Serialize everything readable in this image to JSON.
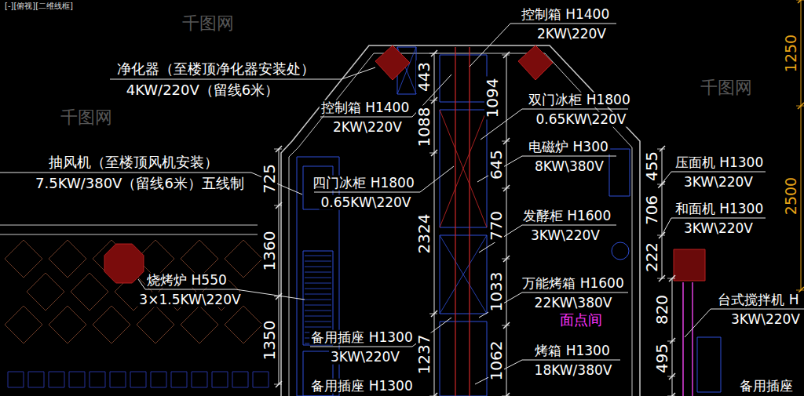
{
  "diagram": {
    "labels": [
      "[-][俯视][二维线框]",
      "控制箱 H1400",
      "2KW\\220V",
      "1250",
      "净化器（至楼顶净化器安装处）",
      "4KW/220V（留线6米）",
      "443",
      "1094",
      "控制箱 H1400",
      "2KW\\220V",
      "双门冰柜 H1800",
      "0.65KW\\220V",
      "1088",
      "电磁炉 H300",
      "8KW\\380V",
      "645",
      "抽风机（至楼顶风机安装）",
      "7.5KW/380V（留线6米）五线制",
      "725",
      "455",
      "压面机 H1300",
      "3KW\\220V",
      "2500",
      "四门冰柜 H1800",
      "0.65KW\\220V",
      "和面机 H1300",
      "3KW\\220V",
      "发酵柜 H1600",
      "3KW\\220V",
      "706",
      "2324",
      "770",
      "1360",
      "222",
      "烧烤炉 H550",
      "3×1.5KW\\220V",
      "万能烤箱 H1600",
      "22KW\\380V",
      "1033",
      "台式搅拌机 H",
      "3KW\\220V",
      "820",
      "面点间",
      "备用插座 H1300",
      "3KW\\220V",
      "1350",
      "1237",
      "1062",
      "495",
      "烤箱 H1300",
      "18KW/380V",
      "备用插座 H1300",
      "备用插座",
      "千图网",
      "千图网",
      "千图网"
    ]
  }
}
